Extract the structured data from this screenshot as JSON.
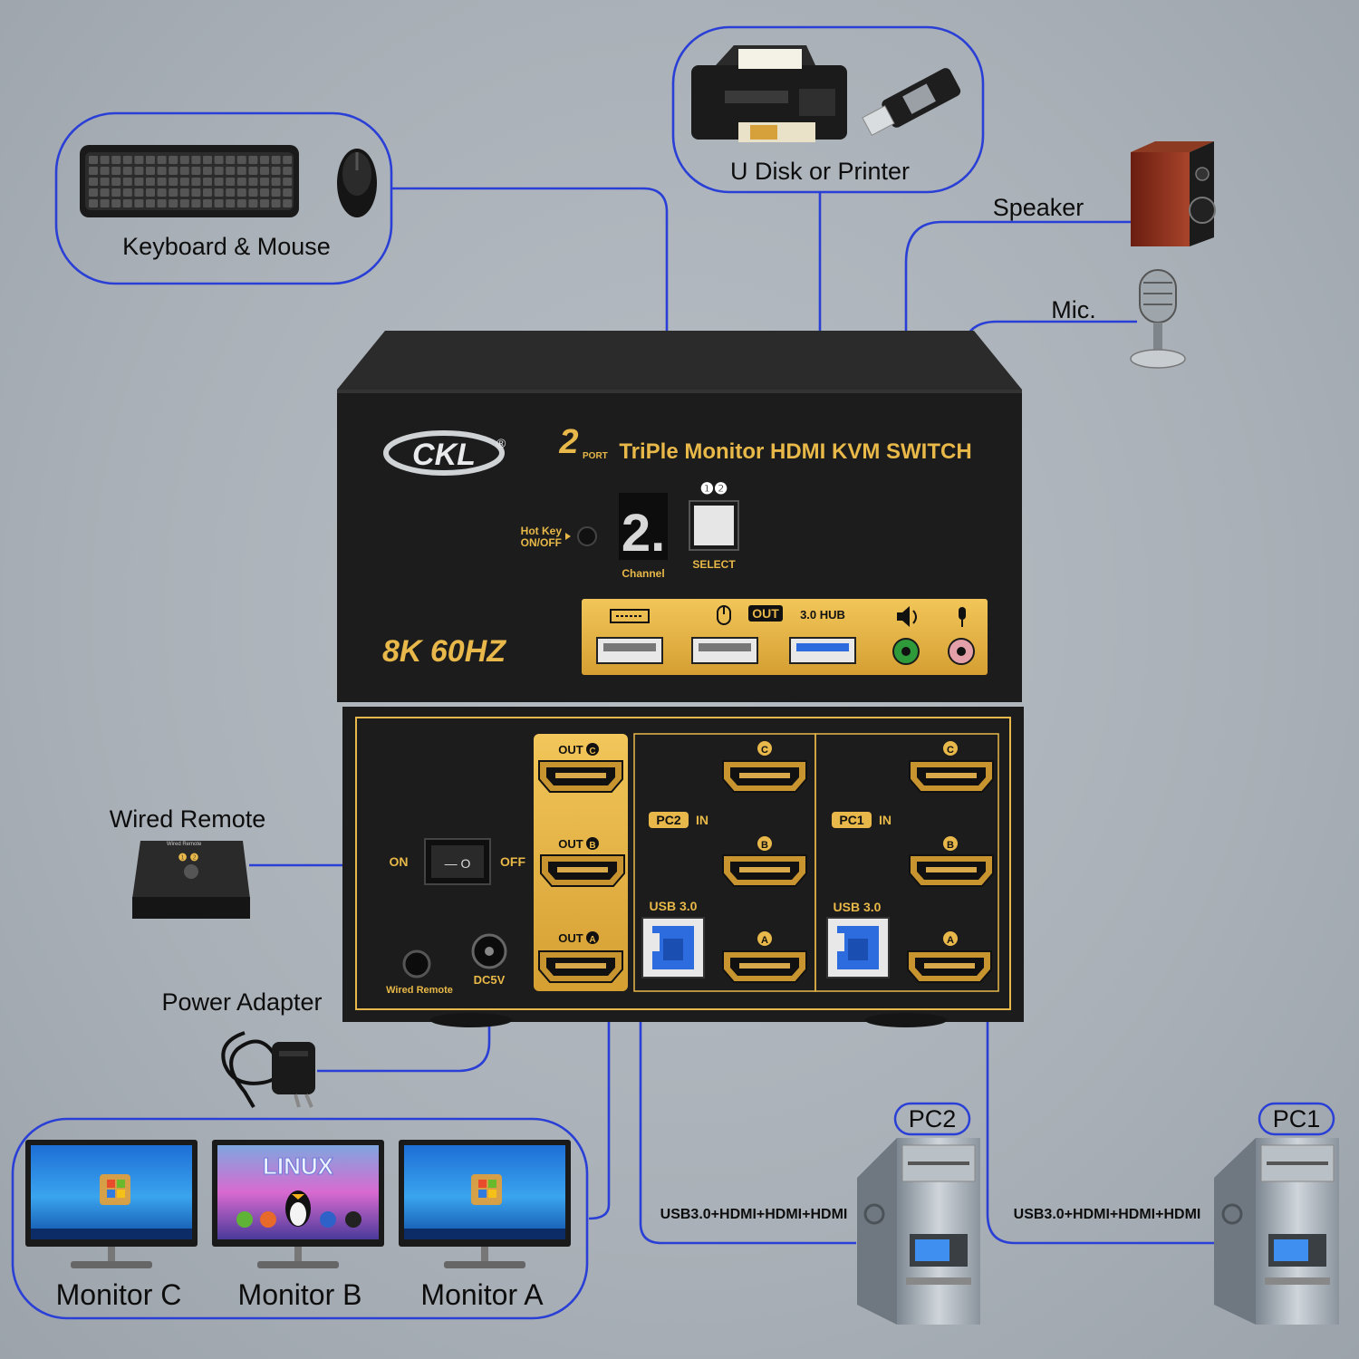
{
  "labels": {
    "keyboard_mouse": "Keyboard & Mouse",
    "udisk_printer": "U Disk or Printer",
    "speaker": "Speaker",
    "mic": "Mic.",
    "wired_remote": "Wired Remote",
    "power_adapter": "Power Adapter",
    "monitor_c": "Monitor C",
    "monitor_b": "Monitor B",
    "monitor_a": "Monitor A",
    "pc2": "PC2",
    "pc1": "PC1",
    "cable_pc2": "USB3.0+HDMI+HDMI+HDMI",
    "cable_pc1": "USB3.0+HDMI+HDMI+HDMI"
  },
  "device_front": {
    "brand": "CKL",
    "port_count": "2",
    "port_word": "PORT",
    "title": "TriPle Monitor HDMI KVM SWITCH",
    "hotkey_line1": "Hot Key",
    "hotkey_line2": "ON/OFF",
    "channel_digit": "2.",
    "channel_label": "Channel",
    "select_numbers": "❶❷",
    "select_label": "SELECT",
    "resolution": "8K 60HZ",
    "out_badge": "OUT",
    "hub_label": "3.0 HUB"
  },
  "device_back": {
    "on": "ON",
    "off": "OFF",
    "switch_glyph": "— O",
    "wired_remote_port": "Wired Remote",
    "dc_label": "DC5V",
    "out_c": "OUT",
    "out_b": "OUT",
    "out_a": "OUT",
    "letter_c": "C",
    "letter_b": "B",
    "letter_a": "A",
    "pc2_in_badge": "PC2",
    "pc1_in_badge": "PC1",
    "in_word": "IN",
    "usb_label_pc2": "USB 3.0",
    "usb_label_pc1": "USB 3.0"
  },
  "remote_device": {
    "title": "Wired Remote",
    "numbers": "❶ ❷"
  },
  "monitor_b_screen_text": "LINUX",
  "colors": {
    "background": "#aab1b8",
    "wire": "#2a3fd6",
    "device_body": "#1c1c1c",
    "gold": "#e9b84a"
  }
}
